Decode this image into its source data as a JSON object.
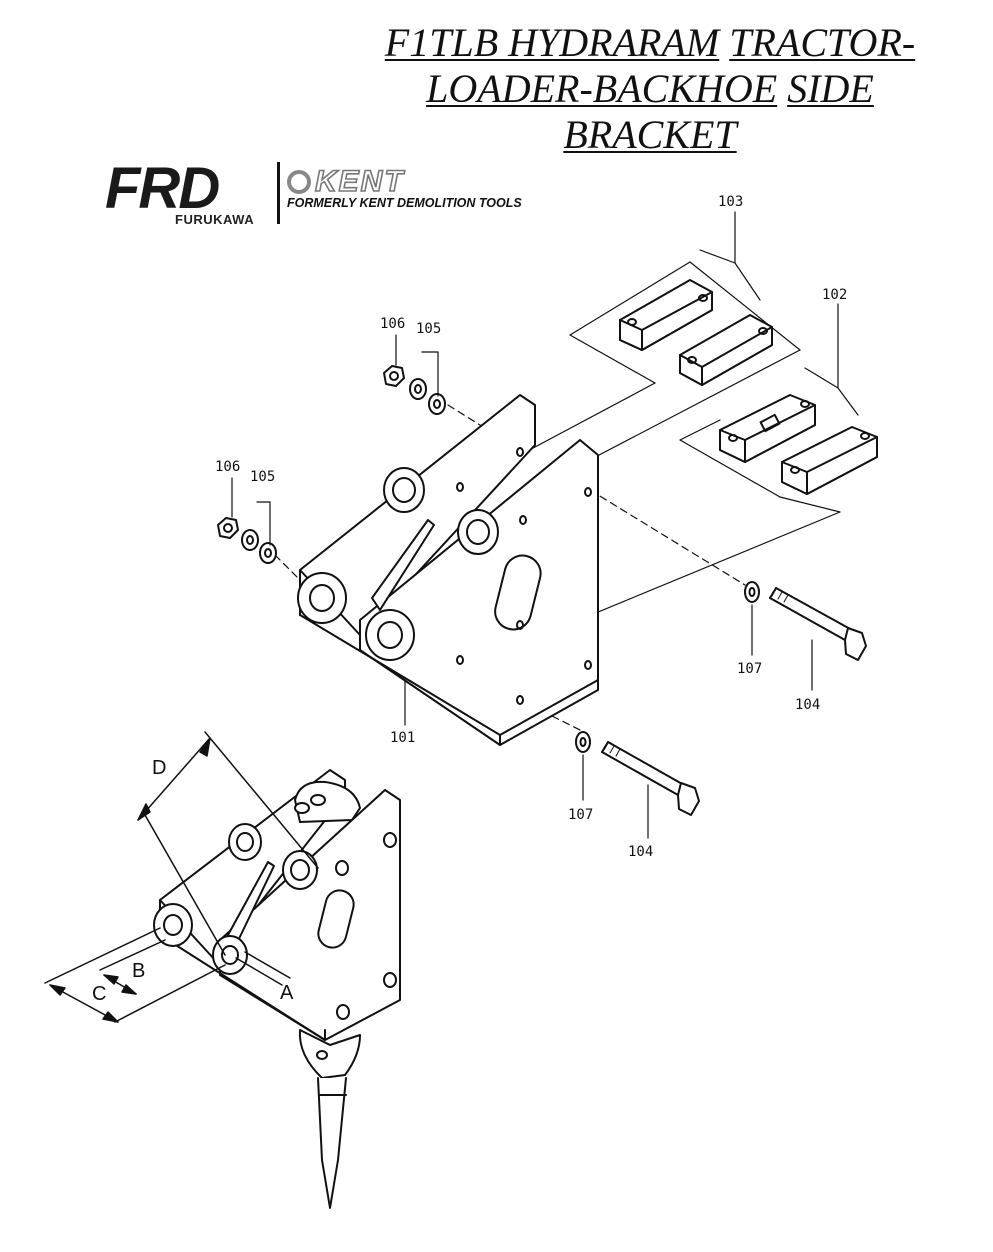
{
  "title": {
    "line1_part1": "F1TLB HYDRARAM",
    "line1_part2": "TRACTOR-",
    "line2_part1": "LOADER-BACKHOE",
    "line2_part2": "SIDE",
    "line3": "BRACKET"
  },
  "logo": {
    "frd": "FRD",
    "furukawa": "FURUKAWA",
    "kent": "KENT",
    "tagline": "FORMERLY KENT DEMOLITION TOOLS"
  },
  "parts": {
    "p101": "101",
    "p102": "102",
    "p103": "103",
    "p104a": "104",
    "p104b": "104",
    "p105a": "105",
    "p105b": "105",
    "p106a": "106",
    "p106b": "106",
    "p107a": "107",
    "p107b": "107"
  },
  "dimensions": {
    "a": "A",
    "b": "B",
    "c": "C",
    "d": "D"
  }
}
